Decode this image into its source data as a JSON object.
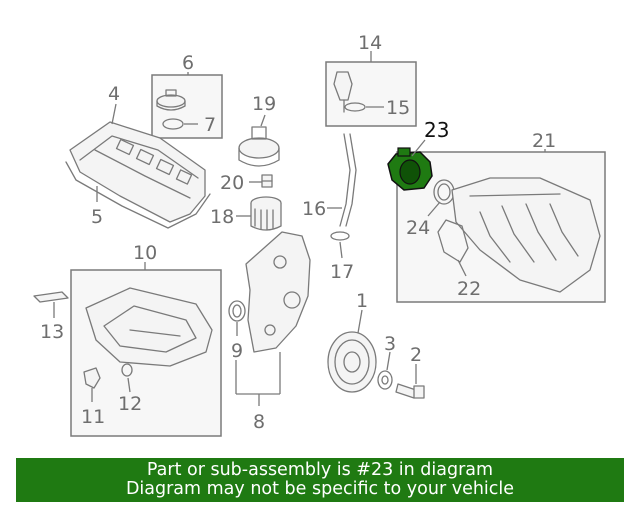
{
  "callouts": {
    "c1": "1",
    "c2": "2",
    "c3": "3",
    "c4": "4",
    "c5": "5",
    "c6": "6",
    "c7": "7",
    "c8": "8",
    "c9": "9",
    "c10": "10",
    "c11": "11",
    "c12": "12",
    "c13": "13",
    "c14": "14",
    "c15": "15",
    "c16": "16",
    "c17": "17",
    "c18": "18",
    "c19": "19",
    "c20": "20",
    "c21": "21",
    "c22": "22",
    "c23": "23",
    "c24": "24"
  },
  "highlight": {
    "part_number": "23",
    "color": "#1f7a12"
  },
  "banner": {
    "line1": "Part or sub-assembly is #23 in diagram",
    "line2": "Diagram may not be specific to your vehicle",
    "background": "#1f7a12"
  }
}
